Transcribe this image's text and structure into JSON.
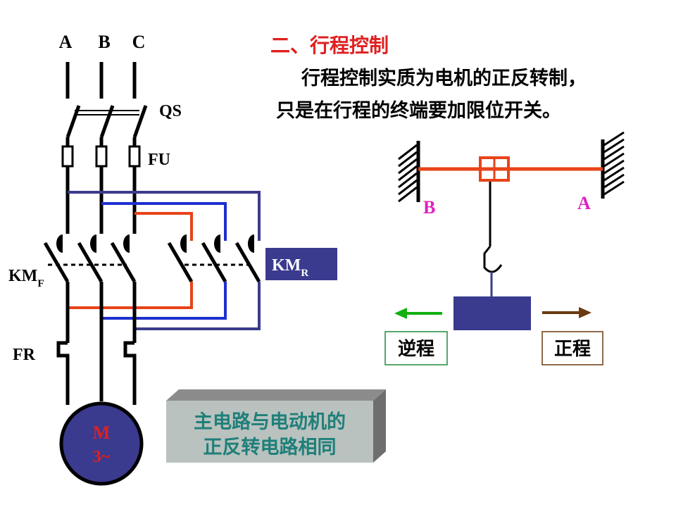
{
  "phases": [
    "A",
    "B",
    "C"
  ],
  "labels": {
    "qs": "QS",
    "fu": "FU",
    "kmf_main": "KM",
    "kmf_sub": "F",
    "kmr_main": "KM",
    "kmr_sub": "R",
    "fr": "FR",
    "motor_top": "M",
    "motor_bottom": "3~"
  },
  "section_title": "二、行程控制",
  "description": [
    "行程控制实质为电机的正反转制，",
    "只是在行程的终端要加限位开关。"
  ],
  "mechanism": {
    "left_label": "B",
    "right_label": "A",
    "reverse_label": "逆程",
    "forward_label": "正程"
  },
  "note": [
    "主电路与电动机的",
    "正反转电路相同"
  ],
  "colors": {
    "red_wire": "#e8431a",
    "blue_wire": "#1d2fd0",
    "navy_wire": "#3b3b8c",
    "box_fill": "#3a3a8f",
    "title_red": "#e02020",
    "magenta": "#e020c0",
    "green_arrow": "#10b010",
    "brown_arrow": "#6b3a10",
    "note_text": "#1f7f7a"
  }
}
